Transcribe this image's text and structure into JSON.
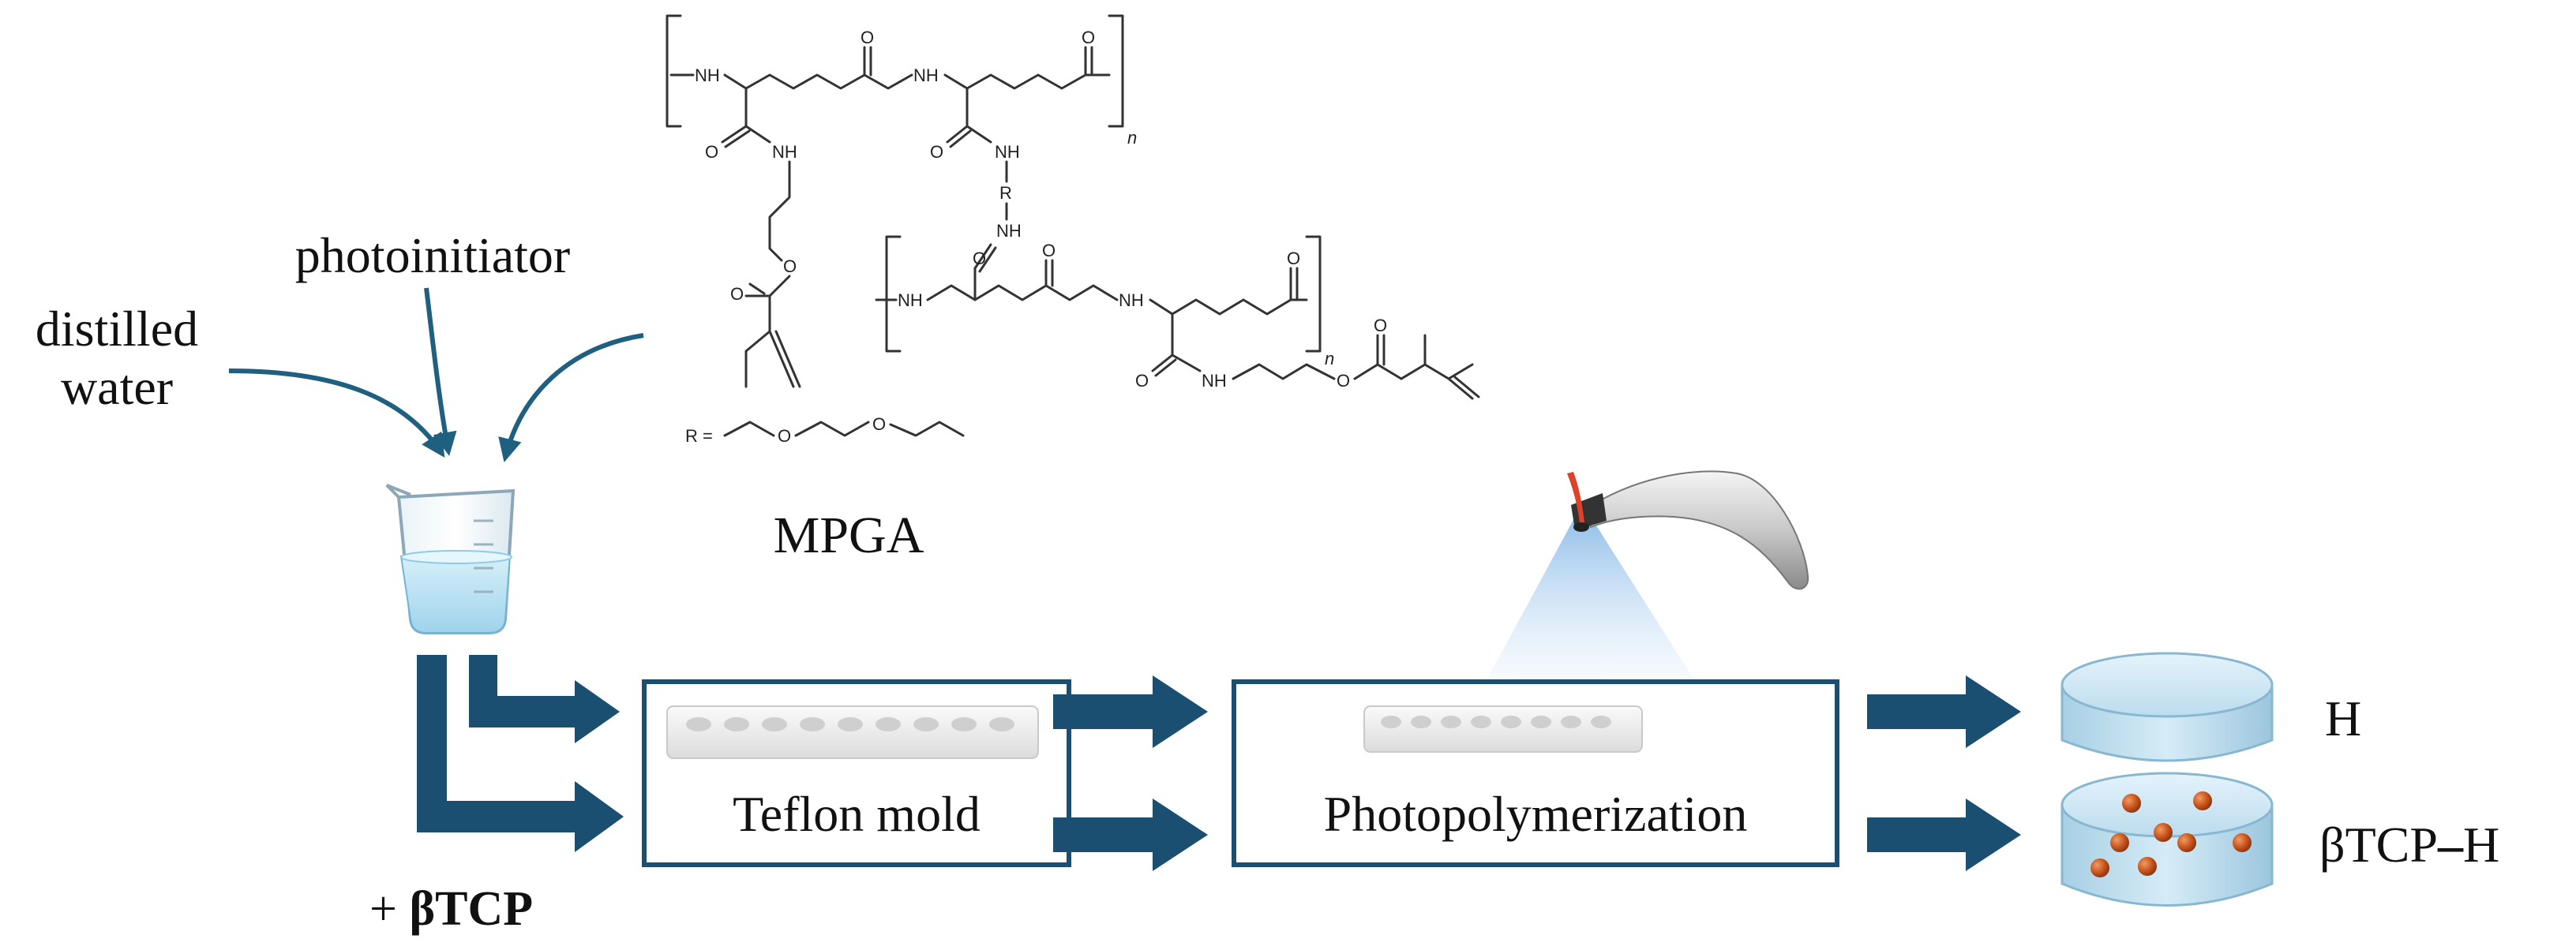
{
  "inputs": {
    "distilled_water_line1": "distilled",
    "distilled_water_line2": "water",
    "photoinitiator": "photoinitiator",
    "polymer": "MPGA"
  },
  "molecule": {
    "nh": "NH",
    "o": "O",
    "r": "R",
    "n": "n",
    "r_definition": "R ="
  },
  "steps": {
    "mold": "Teflon mold",
    "photopolymerization": "Photopolymerization"
  },
  "additive": {
    "plus": "+ ",
    "btcp_prefix": "β",
    "btcp_bold": "TCP"
  },
  "outputs": {
    "h": "H",
    "btcp_h_prefix": "βTCP",
    "btcp_h_dash": "–",
    "btcp_h_suffix": "H"
  },
  "colors": {
    "arrow": "#1b4f72",
    "box_border": "#1b4f72",
    "liquid": "#bfe3f3",
    "hydrogel": "#b9dcee",
    "particle": "#c4531c"
  }
}
